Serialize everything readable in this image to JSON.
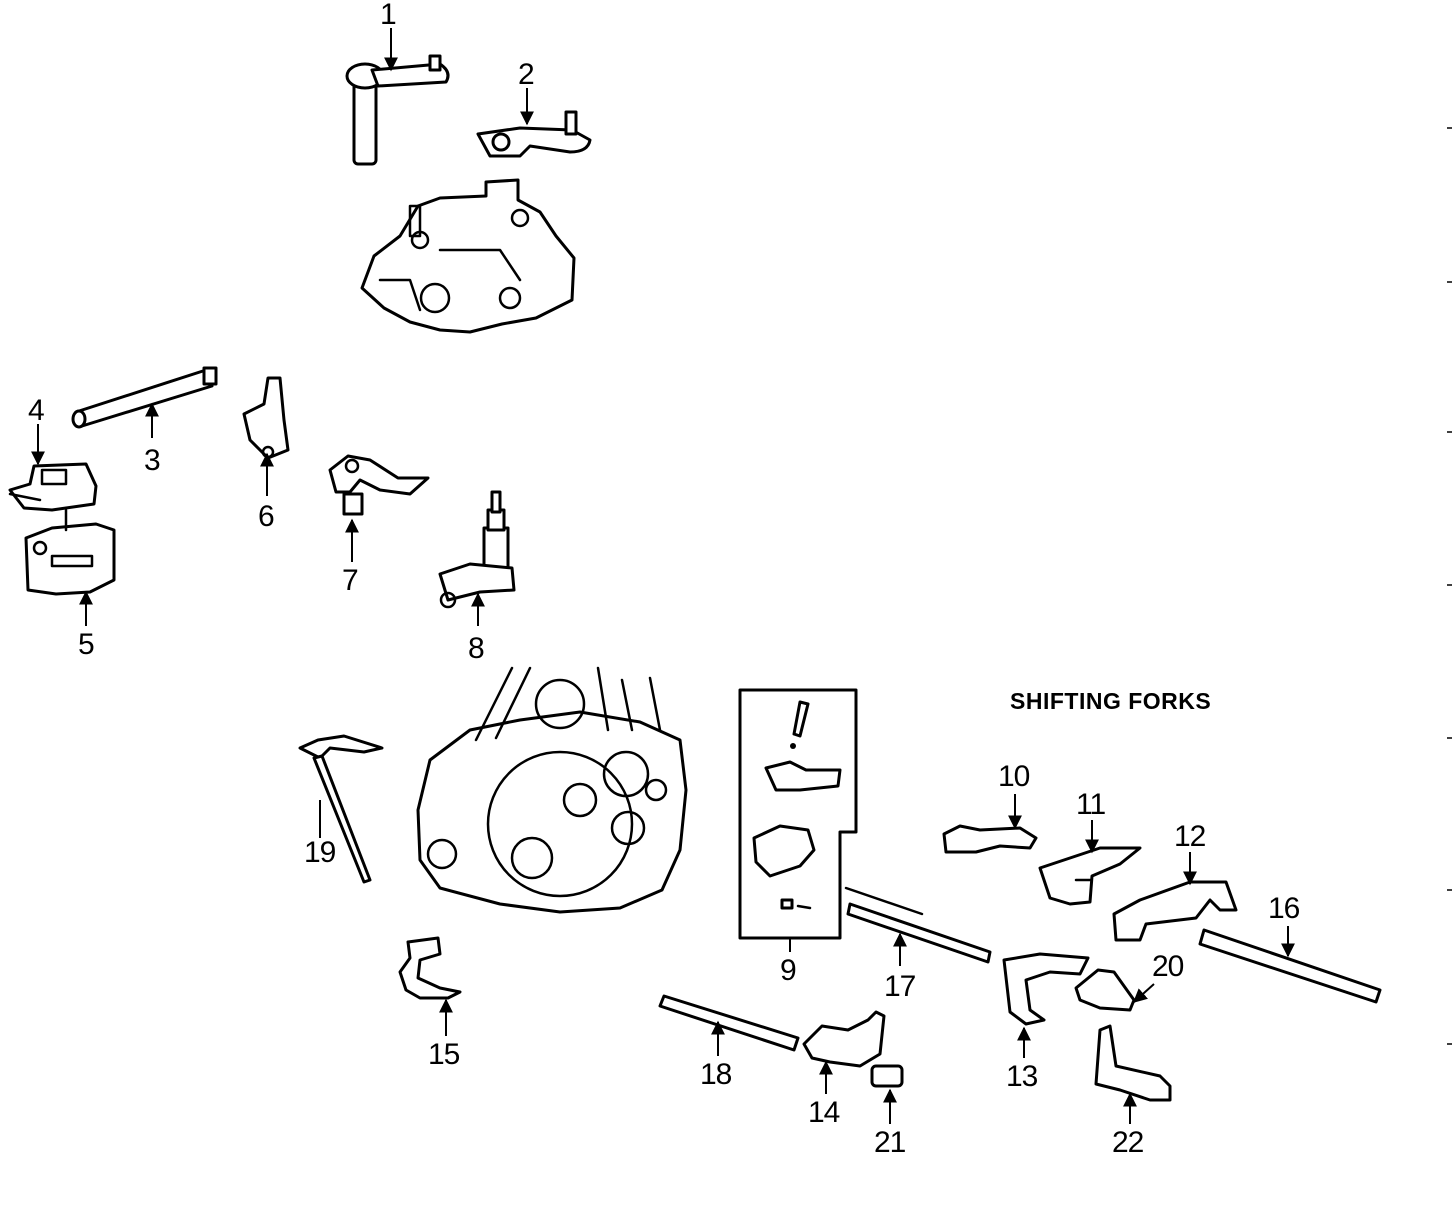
{
  "diagram": {
    "section_title": "SHIFTING FORKS",
    "callouts": [
      "1",
      "2",
      "3",
      "4",
      "5",
      "6",
      "7",
      "8",
      "9",
      "10",
      "11",
      "12",
      "13",
      "14",
      "15",
      "16",
      "17",
      "18",
      "19",
      "20",
      "21",
      "22"
    ]
  }
}
